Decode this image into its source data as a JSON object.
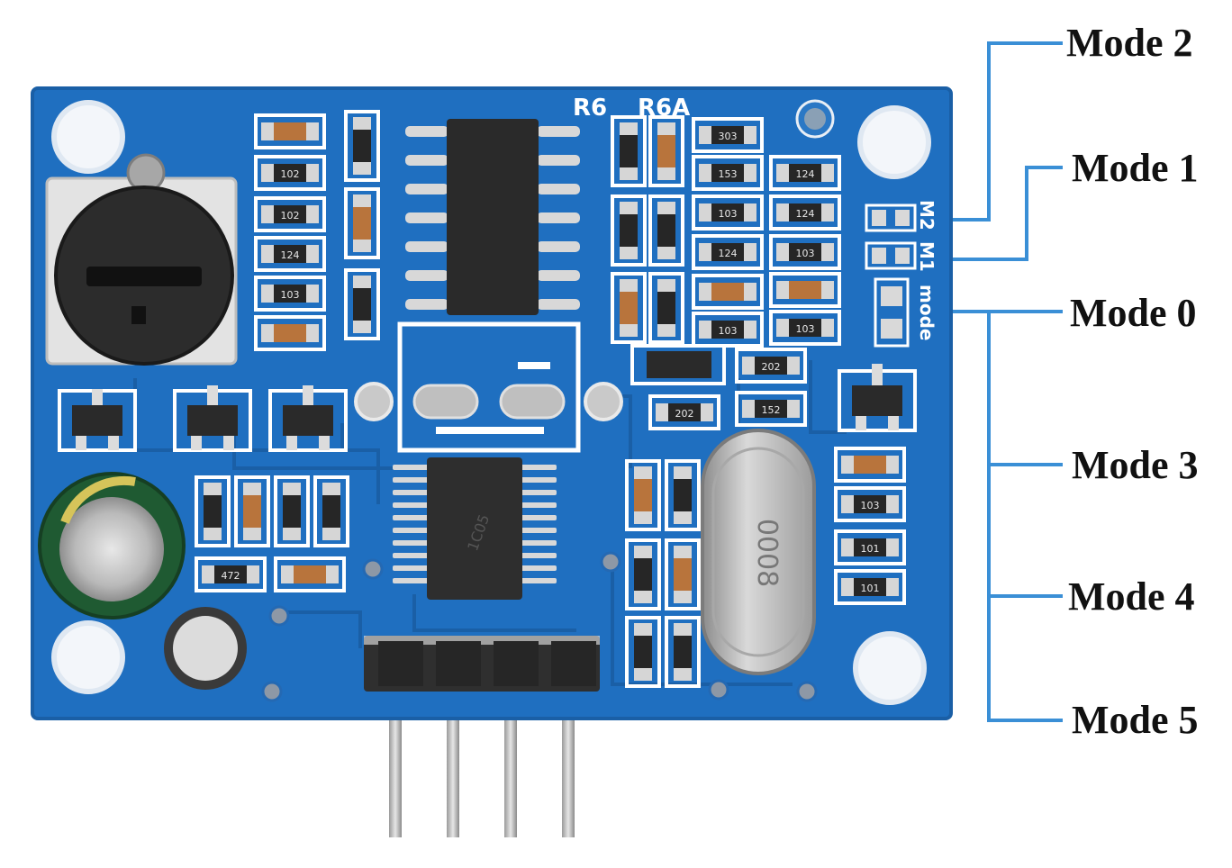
{
  "modes": {
    "mode2": "Mode 2",
    "mode1": "Mode 1",
    "mode0": "Mode 0",
    "mode3": "Mode 3",
    "mode4": "Mode 4",
    "mode5": "Mode 5"
  },
  "board": {
    "silk_r6": "R6",
    "silk_r6a": "R6A",
    "silk_m2": "M2",
    "silk_m1": "M1",
    "silk_mode": "mode",
    "chip_code": "1C05",
    "crystal_code": "0008"
  },
  "resistor_codes": [
    "102",
    "102",
    "124",
    "103",
    "303",
    "153",
    "103",
    "124",
    "103",
    "124",
    "124",
    "103",
    "103",
    "202",
    "152",
    "202",
    "103",
    "101",
    "101",
    "472",
    "102"
  ],
  "colors": {
    "pcb": "#1f6fc0",
    "pcb_dark": "#1a5fa6",
    "silk": "#ffffff",
    "leader_line": "#3a8fd6",
    "label_text": "#111111"
  }
}
